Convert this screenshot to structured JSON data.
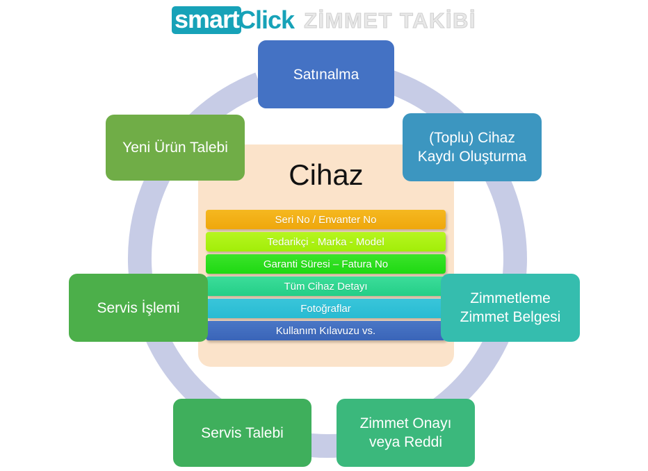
{
  "header": {
    "logo_primary": "smart",
    "logo_secondary": "Click",
    "logo_subtitle": "ZİMMET TAKİBİ",
    "accent_color": "#17A2B8",
    "subtitle_color": "#CFCFCF"
  },
  "center": {
    "title": "Cihaz",
    "panel_color": "#FBE3CA",
    "bars": [
      {
        "label": "Seri No / Envanter No",
        "color": "#F0AC12"
      },
      {
        "label": "Tedarikçi - Marka - Model",
        "color": "#A9F114"
      },
      {
        "label": "Garanti Süresi – Fatura No",
        "color": "#27DB19"
      },
      {
        "label": "Tüm Cihaz Detayı",
        "color": "#2DD28E"
      },
      {
        "label": "Fotoğraflar",
        "color": "#2EBED4"
      },
      {
        "label": "Kullanım Kılavuzu vs.",
        "color": "#416BBD"
      }
    ]
  },
  "ring": {
    "color": "#C7CCE6",
    "direction": "clockwise"
  },
  "cycle": {
    "nodes": [
      {
        "label": "Satınalma",
        "color": "#4472C4",
        "position": "top"
      },
      {
        "label": "(Toplu) Cihaz\nKaydı Oluşturma",
        "line1": "(Toplu) Cihaz",
        "line2": "Kaydı Oluşturma",
        "color": "#3C96C0",
        "position": "top-right"
      },
      {
        "label": "Zimmetleme\nZimmet Belgesi",
        "line1": "Zimmetleme",
        "line2": "Zimmet Belgesi",
        "color": "#35BDAE",
        "position": "right"
      },
      {
        "label": "Zimmet Onayı\nveya Reddi",
        "line1": "Zimmet Onayı",
        "line2": "veya Reddi",
        "color": "#3BB87C",
        "position": "bottom-right"
      },
      {
        "label": "Servis Talebi",
        "color": "#3FAF5C",
        "position": "bottom-left"
      },
      {
        "label": "Servis İşlemi",
        "color": "#4CAF4A",
        "position": "left"
      },
      {
        "label": "Yeni Ürün Talebi",
        "color": "#70AD47",
        "position": "top-left"
      }
    ]
  }
}
